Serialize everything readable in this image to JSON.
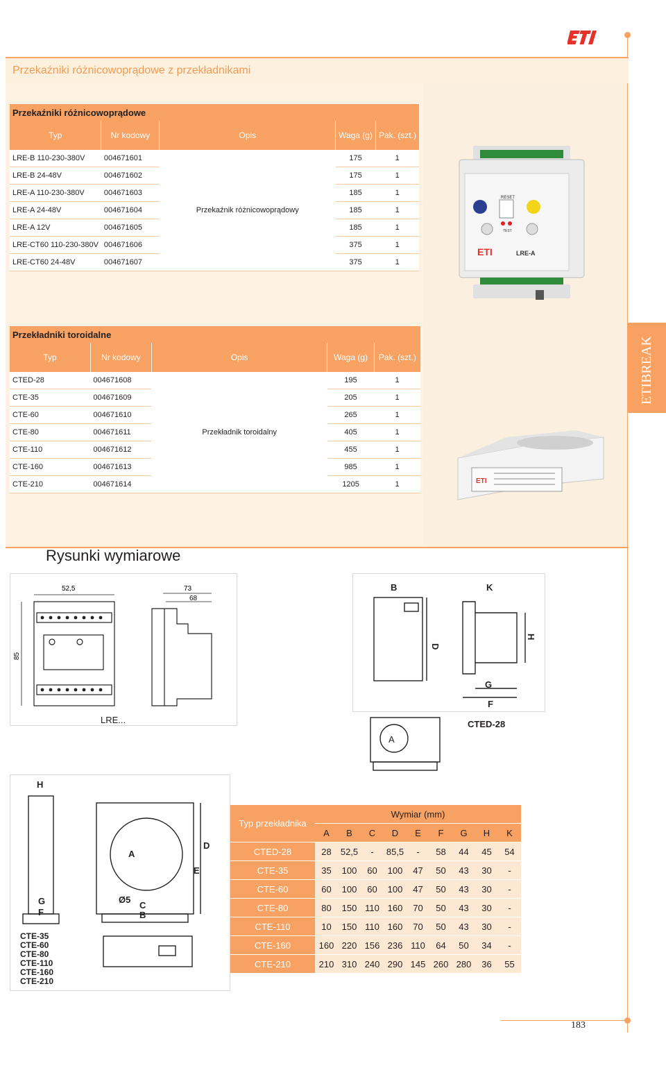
{
  "header": {
    "brand": "ETI",
    "page_title": "Przekaźniki różnicowoprądowe z przekładnikami"
  },
  "colors": {
    "accent": "#f7a262",
    "band": "#fdf0dc",
    "title_text": "#f39a54"
  },
  "relay_table": {
    "caption": "Przekaźniki różnicowoprądowe",
    "headers": {
      "typ": "Typ",
      "code": "Nr kodowy",
      "desc": "Opis",
      "weight": "Waga (g)",
      "pack": "Pak. (szt.)"
    },
    "description": "Przekaźnik różnicowoprądowy",
    "rows": [
      {
        "typ": "LRE-B 110-230-380V",
        "code": "004671601",
        "weight": "175",
        "pack": "1"
      },
      {
        "typ": "LRE-B 24-48V",
        "code": "004671602",
        "weight": "175",
        "pack": "1"
      },
      {
        "typ": "LRE-A 110-230-380V",
        "code": "004671603",
        "weight": "185",
        "pack": "1"
      },
      {
        "typ": "LRE-A 24-48V",
        "code": "004671604",
        "weight": "185",
        "pack": "1"
      },
      {
        "typ": "LRE-A 12V",
        "code": "004671605",
        "weight": "185",
        "pack": "1"
      },
      {
        "typ": "LRE-CT60 110-230-380V",
        "code": "004671606",
        "weight": "375",
        "pack": "1"
      },
      {
        "typ": "LRE-CT60 24-48V",
        "code": "004671607",
        "weight": "375",
        "pack": "1"
      }
    ]
  },
  "toroid_table": {
    "caption": "Przekładniki toroidalne",
    "headers": {
      "typ": "Typ",
      "code": "Nr kodowy",
      "desc": "Opis",
      "weight": "Waga (g)",
      "pack": "Pak. (szt.)"
    },
    "description": "Przekładnik toroidalny",
    "rows": [
      {
        "typ": "CTED-28",
        "code": "004671608",
        "weight": "195",
        "pack": "1"
      },
      {
        "typ": "CTE-35",
        "code": "004671609",
        "weight": "205",
        "pack": "1"
      },
      {
        "typ": "CTE-60",
        "code": "004671610",
        "weight": "265",
        "pack": "1"
      },
      {
        "typ": "CTE-80",
        "code": "004671611",
        "weight": "405",
        "pack": "1"
      },
      {
        "typ": "CTE-110",
        "code": "004671612",
        "weight": "455",
        "pack": "1"
      },
      {
        "typ": "CTE-160",
        "code": "004671613",
        "weight": "985",
        "pack": "1"
      },
      {
        "typ": "CTE-210",
        "code": "004671614",
        "weight": "1205",
        "pack": "1"
      }
    ]
  },
  "side_tab": "ETIBREAK",
  "photos": {
    "relay_labels": [
      "RESET",
      "TEST",
      "ETI",
      "LRE-A"
    ],
    "toroid_label": "ETI"
  },
  "dimensions": {
    "title": "Rysunki wymiarowe",
    "lre_drawing": {
      "label": "LRE...",
      "dim_width": "52,5",
      "dim_depth1": "73",
      "dim_depth2": "68",
      "dim_height": "85"
    },
    "cted_drawing": {
      "label": "CTED-28",
      "dims": [
        "B",
        "K",
        "D",
        "H",
        "G",
        "F",
        "A"
      ]
    },
    "cte_drawing": {
      "dims": [
        "H",
        "D",
        "E",
        "A",
        "G",
        "F",
        "Ø5",
        "C",
        "B"
      ],
      "models": [
        "CTE-35",
        "CTE-60",
        "CTE-80",
        "CTE-110",
        "CTE-160",
        "CTE-210"
      ]
    },
    "table": {
      "type_header": "Typ przekładnika",
      "dim_header": "Wymiar (mm)",
      "columns": [
        "A",
        "B",
        "C",
        "D",
        "E",
        "F",
        "G",
        "H",
        "K"
      ],
      "rows": [
        {
          "typ": "CTED-28",
          "v": [
            "28",
            "52,5",
            "-",
            "85,5",
            "-",
            "58",
            "44",
            "45",
            "54"
          ]
        },
        {
          "typ": "CTE-35",
          "v": [
            "35",
            "100",
            "60",
            "100",
            "47",
            "50",
            "43",
            "30",
            "-"
          ]
        },
        {
          "typ": "CTE-60",
          "v": [
            "60",
            "100",
            "60",
            "100",
            "47",
            "50",
            "43",
            "30",
            "-"
          ]
        },
        {
          "typ": "CTE-80",
          "v": [
            "80",
            "150",
            "110",
            "160",
            "70",
            "50",
            "43",
            "30",
            "-"
          ]
        },
        {
          "typ": "CTE-110",
          "v": [
            "10",
            "150",
            "110",
            "160",
            "70",
            "50",
            "43",
            "30",
            "-"
          ]
        },
        {
          "typ": "CTE-160",
          "v": [
            "160",
            "220",
            "156",
            "236",
            "110",
            "64",
            "50",
            "34",
            "-"
          ]
        },
        {
          "typ": "CTE-210",
          "v": [
            "210",
            "310",
            "240",
            "290",
            "145",
            "260",
            "280",
            "36",
            "55"
          ]
        }
      ]
    }
  },
  "page_number": "183"
}
